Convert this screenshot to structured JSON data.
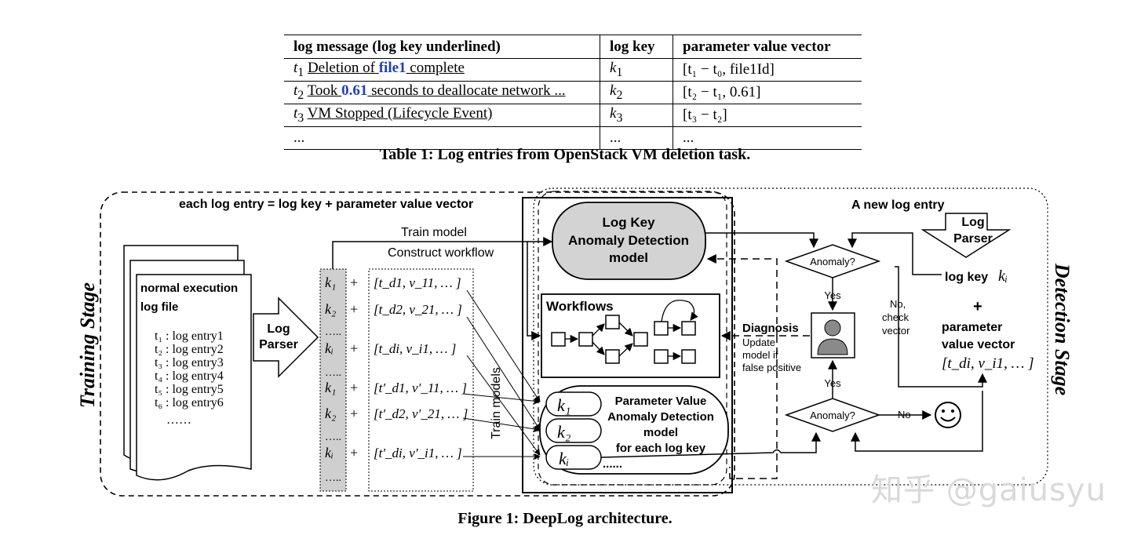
{
  "table": {
    "headers": [
      "log message (log key underlined)",
      "log key",
      "parameter value vector"
    ],
    "rows": [
      {
        "t": "t",
        "sub": "1",
        "pre": "Deletion of ",
        "hl": "file1",
        "post": " complete",
        "key_sub": "1",
        "vec": "[t₁ − t₀, file1Id]"
      },
      {
        "t": "t",
        "sub": "2",
        "pre": "Took ",
        "hl": "0.61",
        "post": " seconds to deallocate network ...",
        "key_sub": "2",
        "vec": "[t₂ − t₁, 0.61]"
      },
      {
        "t": "t",
        "sub": "3",
        "pre": "VM Stopped (Lifecycle Event)",
        "hl": "",
        "post": "",
        "key_sub": "3",
        "vec": "[t₃ − t₂]"
      }
    ],
    "ellipsis": "...",
    "caption": "Table 1: Log entries from OpenStack VM deletion task."
  },
  "figure": {
    "caption": "Figure 1: DeepLog architecture.",
    "top_label": "each log entry = log key + parameter value vector",
    "training_stage": "Training Stage",
    "detection_stage": "Detection Stage",
    "file_title_1": "normal execution",
    "file_title_2": "log file",
    "entries": [
      "t₁ : log entry1",
      "t₂ : log entry2",
      "t₃ : log entry3",
      "t₄ : log entry4",
      "t₅ : log entry5",
      "t₆ : log entry6",
      "……"
    ],
    "log_parser_1": "Log",
    "log_parser_2": "Parser",
    "train_model": "Train model",
    "construct_workflow": "Construct workflow",
    "train_models": "Train models",
    "keys": [
      "k₁",
      "k₂",
      "…..",
      "kᵢ",
      "…..",
      "k₁",
      "k₂",
      "…..",
      "kᵢ",
      "….."
    ],
    "plus": "+",
    "vectors": [
      "[t_d1, v_11, … ]",
      "[t_d2, v_21, … ]",
      "[t_di, v_i1, … ]",
      "[t′_d1, v′_11, … ]",
      "[t′_d2, v′_21, … ]",
      "[t′_di, v′_i1, … ]"
    ],
    "lk_model_1": "Log Key",
    "lk_model_2": "Anomaly Detection",
    "lk_model_3": "model",
    "workflows": "Workflows",
    "pv_model_1": "Parameter Value",
    "pv_model_2": "Anomaly Detection",
    "pv_model_3": "model",
    "pv_model_4": "for each log key",
    "pv_dots": "......",
    "new_entry": "A new log entry",
    "anomaly_q": "Anomaly?",
    "yes": "Yes",
    "no": "No",
    "no_check_1": "No,",
    "no_check_2": "check",
    "no_check_3": "vector",
    "diagnosis": "Diagnosis",
    "update_1": "Update",
    "update_2": "model if",
    "update_3": "false positive",
    "log_key_label": "log key",
    "plus_big": "+",
    "pvv_1": "parameter",
    "pvv_2": "value vector",
    "pvv_vec": "[t_di, v_i1, … ]",
    "smiley": "☺",
    "watermark": "知乎 @gaiusyu"
  }
}
